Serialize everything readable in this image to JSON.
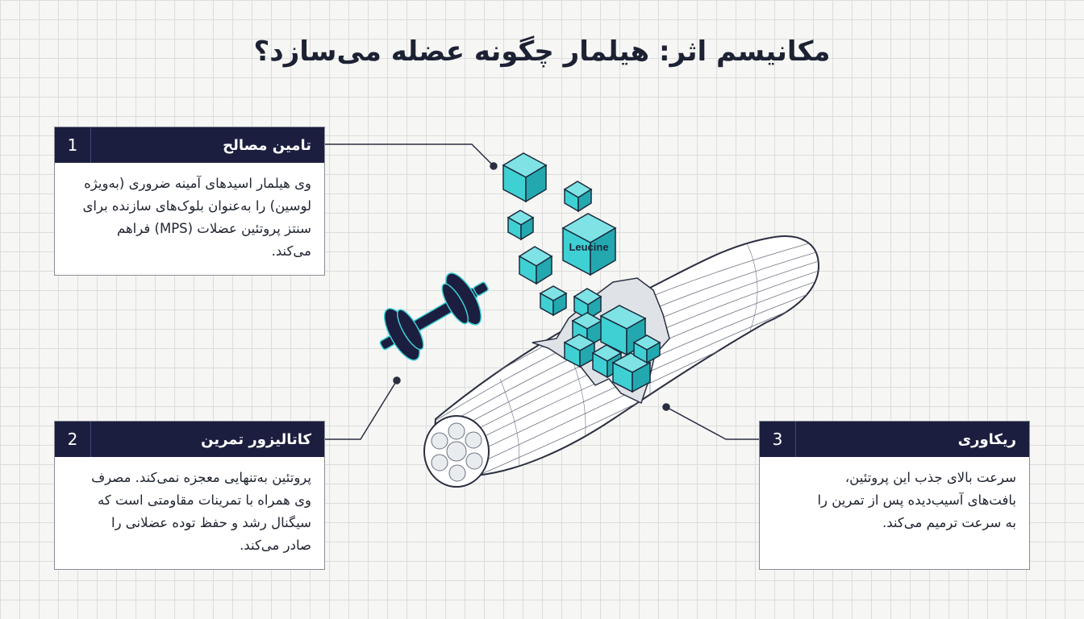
{
  "title": "مکانیسم اثر: هیلمار چگونه عضله می‌سازد؟",
  "cards": [
    {
      "number": "1",
      "title": "تامین مصالح",
      "lines": [
        "وی هیلمار اسیدهای آمینه ضروری (به‌ویژه",
        "لوسین) را به‌عنوان بلوک‌های سازنده برای",
        "سنتز پروتئین عضلات (MPS) فراهم",
        "می‌کند."
      ]
    },
    {
      "number": "2",
      "title": "کاتالیزور تمرین",
      "lines": [
        "پروتئین به‌تنهایی معجزه نمی‌کند. مصرف",
        "وی همراه با تمرینات مقاومتی است که",
        "سیگنال رشد و حفظ توده عضلانی را",
        "صادر می‌کند."
      ]
    },
    {
      "number": "3",
      "title": "ریکاوری",
      "lines": [
        "سرعت بالای جذب این پروتئین،",
        "بافت‌های آسیب‌دیده پس از تمرین را",
        "به سرعت ترمیم می‌کند."
      ]
    }
  ],
  "leucine_label": "Leucine",
  "colors": {
    "navy": "#1b1e3f",
    "teal": "#3fd0d4",
    "teal_dark": "#24a8b0",
    "line": "#2a2f40"
  },
  "icons": [
    "dumbbell-icon",
    "muscle-illustration",
    "amino-acid-cube-icon"
  ]
}
